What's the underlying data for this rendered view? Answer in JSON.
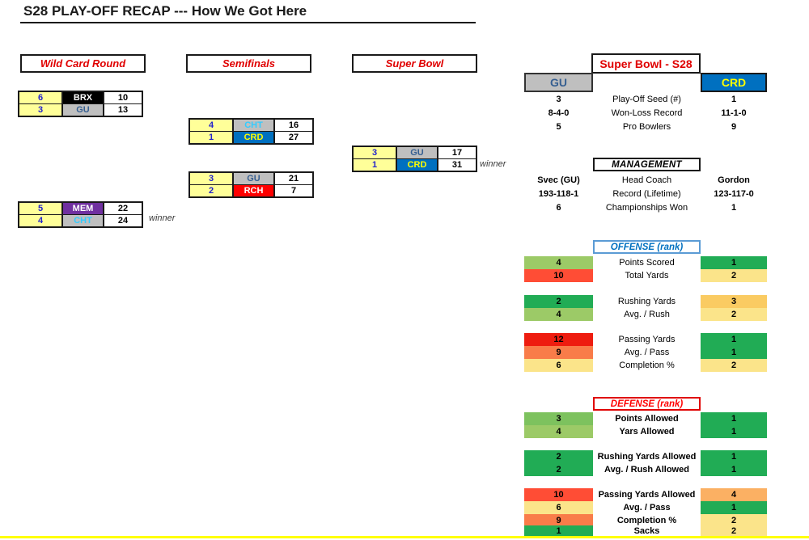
{
  "page": {
    "title": "S28 PLAY-OFF RECAP --- How We Got Here"
  },
  "bracket": {
    "wildcard": {
      "header": "Wild Card Round",
      "m1": {
        "rows": [
          {
            "seed": "6",
            "team": "BRX",
            "score": "10",
            "team_bg": "#000000",
            "team_color": "#FFFFFF"
          },
          {
            "seed": "3",
            "team": "GU",
            "score": "13",
            "team_bg": "#BFBFBF",
            "team_color": "#365F91"
          }
        ]
      },
      "m2": {
        "note": "winner",
        "rows": [
          {
            "seed": "5",
            "team": "MEM",
            "score": "22",
            "team_bg": "#7030A0",
            "team_color": "#FFFFFF"
          },
          {
            "seed": "4",
            "team": "CHT",
            "score": "24",
            "team_bg": "#BFBFBF",
            "team_color": "#33CCFF"
          }
        ]
      }
    },
    "semifinals": {
      "header": "Semifinals",
      "m1": {
        "rows": [
          {
            "seed": "4",
            "team": "CHT",
            "score": "16",
            "team_bg": "#BFBFBF",
            "team_color": "#33CCFF"
          },
          {
            "seed": "1",
            "team": "CRD",
            "score": "27",
            "team_bg": "#0070C0",
            "team_color": "#FFFF00"
          }
        ]
      },
      "m2": {
        "rows": [
          {
            "seed": "3",
            "team": "GU",
            "score": "21",
            "team_bg": "#BFBFBF",
            "team_color": "#365F91"
          },
          {
            "seed": "2",
            "team": "RCH",
            "score": "7",
            "team_bg": "#FF0000",
            "team_color": "#FFFFFF"
          }
        ]
      }
    },
    "superbowl": {
      "header": "Super Bowl",
      "m1": {
        "note": "winner",
        "rows": [
          {
            "seed": "3",
            "team": "GU",
            "score": "17",
            "team_bg": "#BFBFBF",
            "team_color": "#365F91"
          },
          {
            "seed": "1",
            "team": "CRD",
            "score": "31",
            "team_bg": "#0070C0",
            "team_color": "#FFFF00"
          }
        ]
      }
    }
  },
  "panel": {
    "title": "Super Bowl - S28",
    "left_team": {
      "label": "GU",
      "bg": "#BFBFBF",
      "color": "#365F91"
    },
    "right_team": {
      "label": "CRD",
      "bg": "#0070C0",
      "color": "#FFFF00"
    },
    "overview": {
      "rows": [
        {
          "left": "3",
          "label": "Play-Off Seed (#)",
          "right": "1"
        },
        {
          "left": "8-4-0",
          "label": "Won-Loss Record",
          "right": "11-1-0"
        },
        {
          "left": "5",
          "label": "Pro Bowlers",
          "right": "9"
        }
      ]
    },
    "management": {
      "header": "MANAGEMENT",
      "rows": [
        {
          "left": "Svec (GU)",
          "label": "Head Coach",
          "right": "Gordon"
        },
        {
          "left": "193-118-1",
          "label": "Record (Lifetime)",
          "right": "123-117-0"
        },
        {
          "left": "6",
          "label": "Championships Won",
          "right": "1"
        }
      ]
    },
    "offense": {
      "header": "OFFENSE (rank)",
      "rows": [
        {
          "left": "4",
          "label": "Points Scored",
          "right": "1",
          "left_bg": "#9CCA67",
          "right_bg": "#21AC55"
        },
        {
          "left": "10",
          "label": "Total Yards",
          "right": "2",
          "left_bg": "#FF4D35",
          "right_bg": "#FBE48A"
        },
        {
          "left": "2",
          "label": "Rushing Yards",
          "right": "3",
          "left_bg": "#21AC55",
          "right_bg": "#FACB62"
        },
        {
          "left": "4",
          "label": "Avg. / Rush",
          "right": "2",
          "left_bg": "#9CCA67",
          "right_bg": "#FBE48A"
        },
        {
          "left": "12",
          "label": "Passing Yards",
          "right": "1",
          "left_bg": "#EE1C0F",
          "right_bg": "#21AC55"
        },
        {
          "left": "9",
          "label": "Avg. / Pass",
          "right": "1",
          "left_bg": "#F97C49",
          "right_bg": "#21AC55"
        },
        {
          "left": "6",
          "label": "Completion %",
          "right": "2",
          "left_bg": "#FBE48A",
          "right_bg": "#FBE48A"
        }
      ]
    },
    "defense": {
      "header": "DEFENSE (rank)",
      "rows": [
        {
          "left": "3",
          "label": "Points Allowed",
          "right": "1",
          "left_bg": "#7DC25E",
          "right_bg": "#21AC55"
        },
        {
          "left": "4",
          "label": "Yars Allowed",
          "right": "1",
          "left_bg": "#9CCA67",
          "right_bg": "#21AC55"
        },
        {
          "left": "2",
          "label": "Rushing Yards Allowed",
          "right": "1",
          "left_bg": "#21AC55",
          "right_bg": "#21AC55"
        },
        {
          "left": "2",
          "label": "Avg. / Rush Allowed",
          "right": "1",
          "left_bg": "#21AC55",
          "right_bg": "#21AC55"
        },
        {
          "left": "10",
          "label": "Passing Yards Allowed",
          "right": "4",
          "left_bg": "#FF4D35",
          "right_bg": "#FBB063"
        },
        {
          "left": "6",
          "label": "Avg. / Pass",
          "right": "1",
          "left_bg": "#FBE48A",
          "right_bg": "#21AC55"
        },
        {
          "left": "9",
          "label": "Completion %",
          "right": "2",
          "left_bg": "#F97C49",
          "right_bg": "#FBE48A"
        },
        {
          "left": "1",
          "label": "Sacks",
          "right": "2",
          "left_bg": "#21AC55",
          "right_bg": "#FBE48A"
        }
      ]
    },
    "footer_line_color": "#FFFF00"
  }
}
